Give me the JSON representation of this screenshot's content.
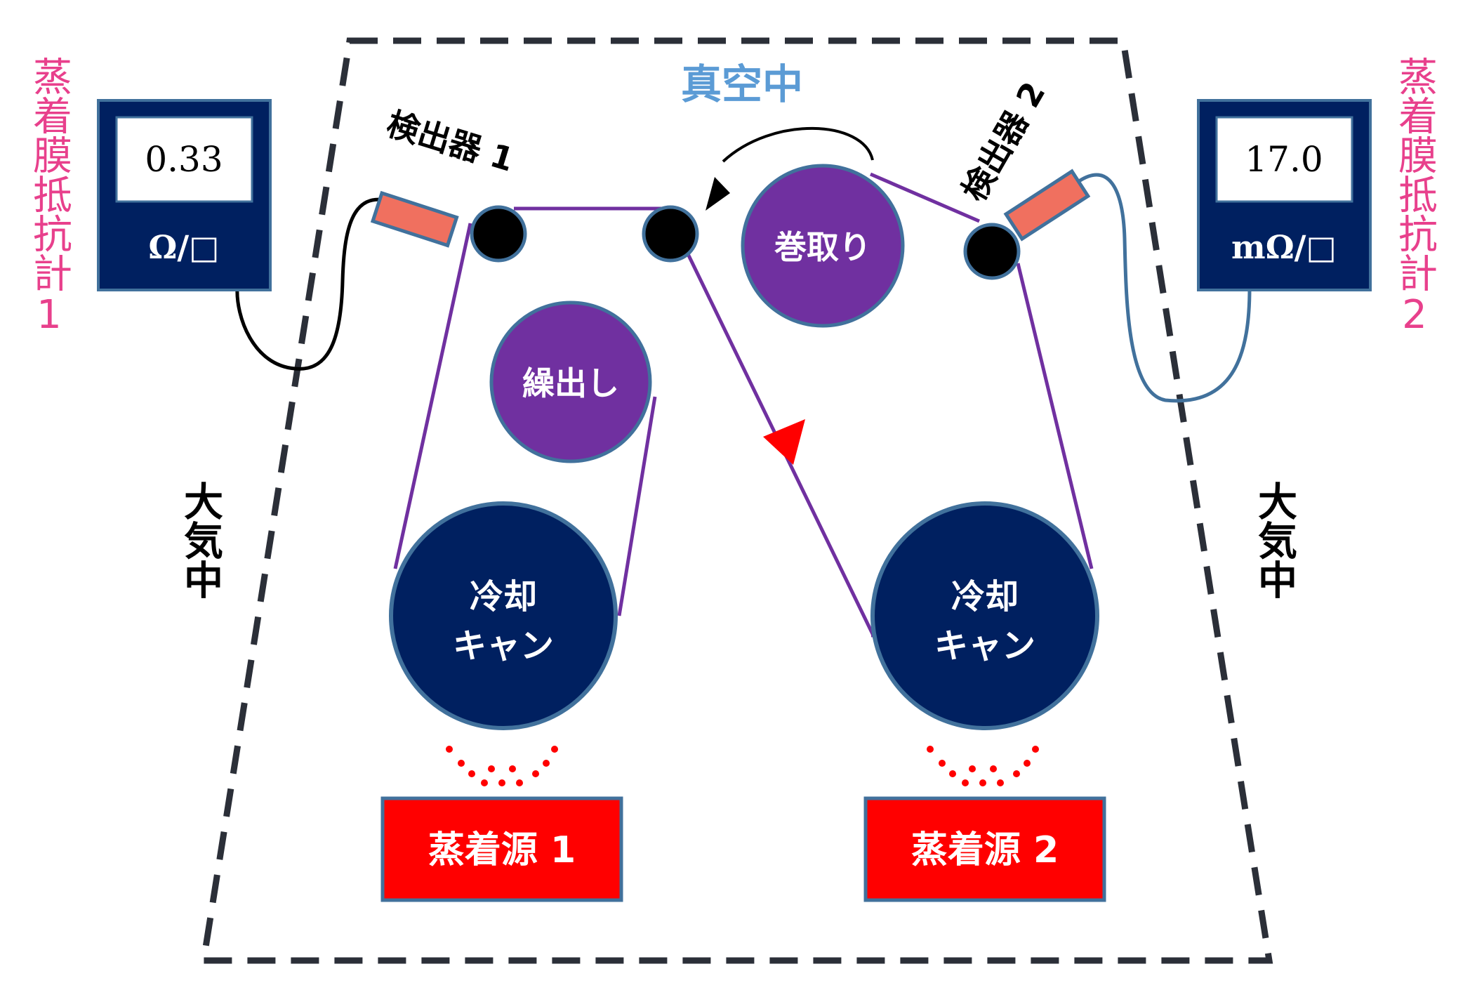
{
  "colors": {
    "film": "#7030A0",
    "roller_purple": "#7030A0",
    "can_navy": "#002060",
    "edge_blue": "#41719C",
    "source_red": "#FF0000",
    "detector_salmon": "#F0705F",
    "meter_label_pink": "#E8408C",
    "vacuum_label_blue": "#5B9BD5"
  },
  "chamber": {
    "vacuum_label": "真空中"
  },
  "atmosphere": {
    "left_label": "大気中",
    "right_label": "大気中"
  },
  "meter1": {
    "title": "蒸着膜抵抗計1",
    "value": "0.33",
    "unit": "Ω/□"
  },
  "meter2": {
    "title": "蒸着膜抵抗計2",
    "value": "17.0",
    "unit": "mΩ/□"
  },
  "detector1": {
    "label": "検出器 1"
  },
  "detector2": {
    "label": "検出器 2"
  },
  "unwind": {
    "label": "繰出し"
  },
  "rewind": {
    "label": "巻取り"
  },
  "can1": {
    "line1": "冷却",
    "line2": "キャン"
  },
  "can2": {
    "line1": "冷却",
    "line2": "キャン"
  },
  "source1": {
    "label": "蒸着源 1"
  },
  "source2": {
    "label": "蒸着源 2"
  },
  "icons": {
    "film_direction": "triangle-arrow-icon",
    "rotation": "curved-arrow-icon"
  }
}
